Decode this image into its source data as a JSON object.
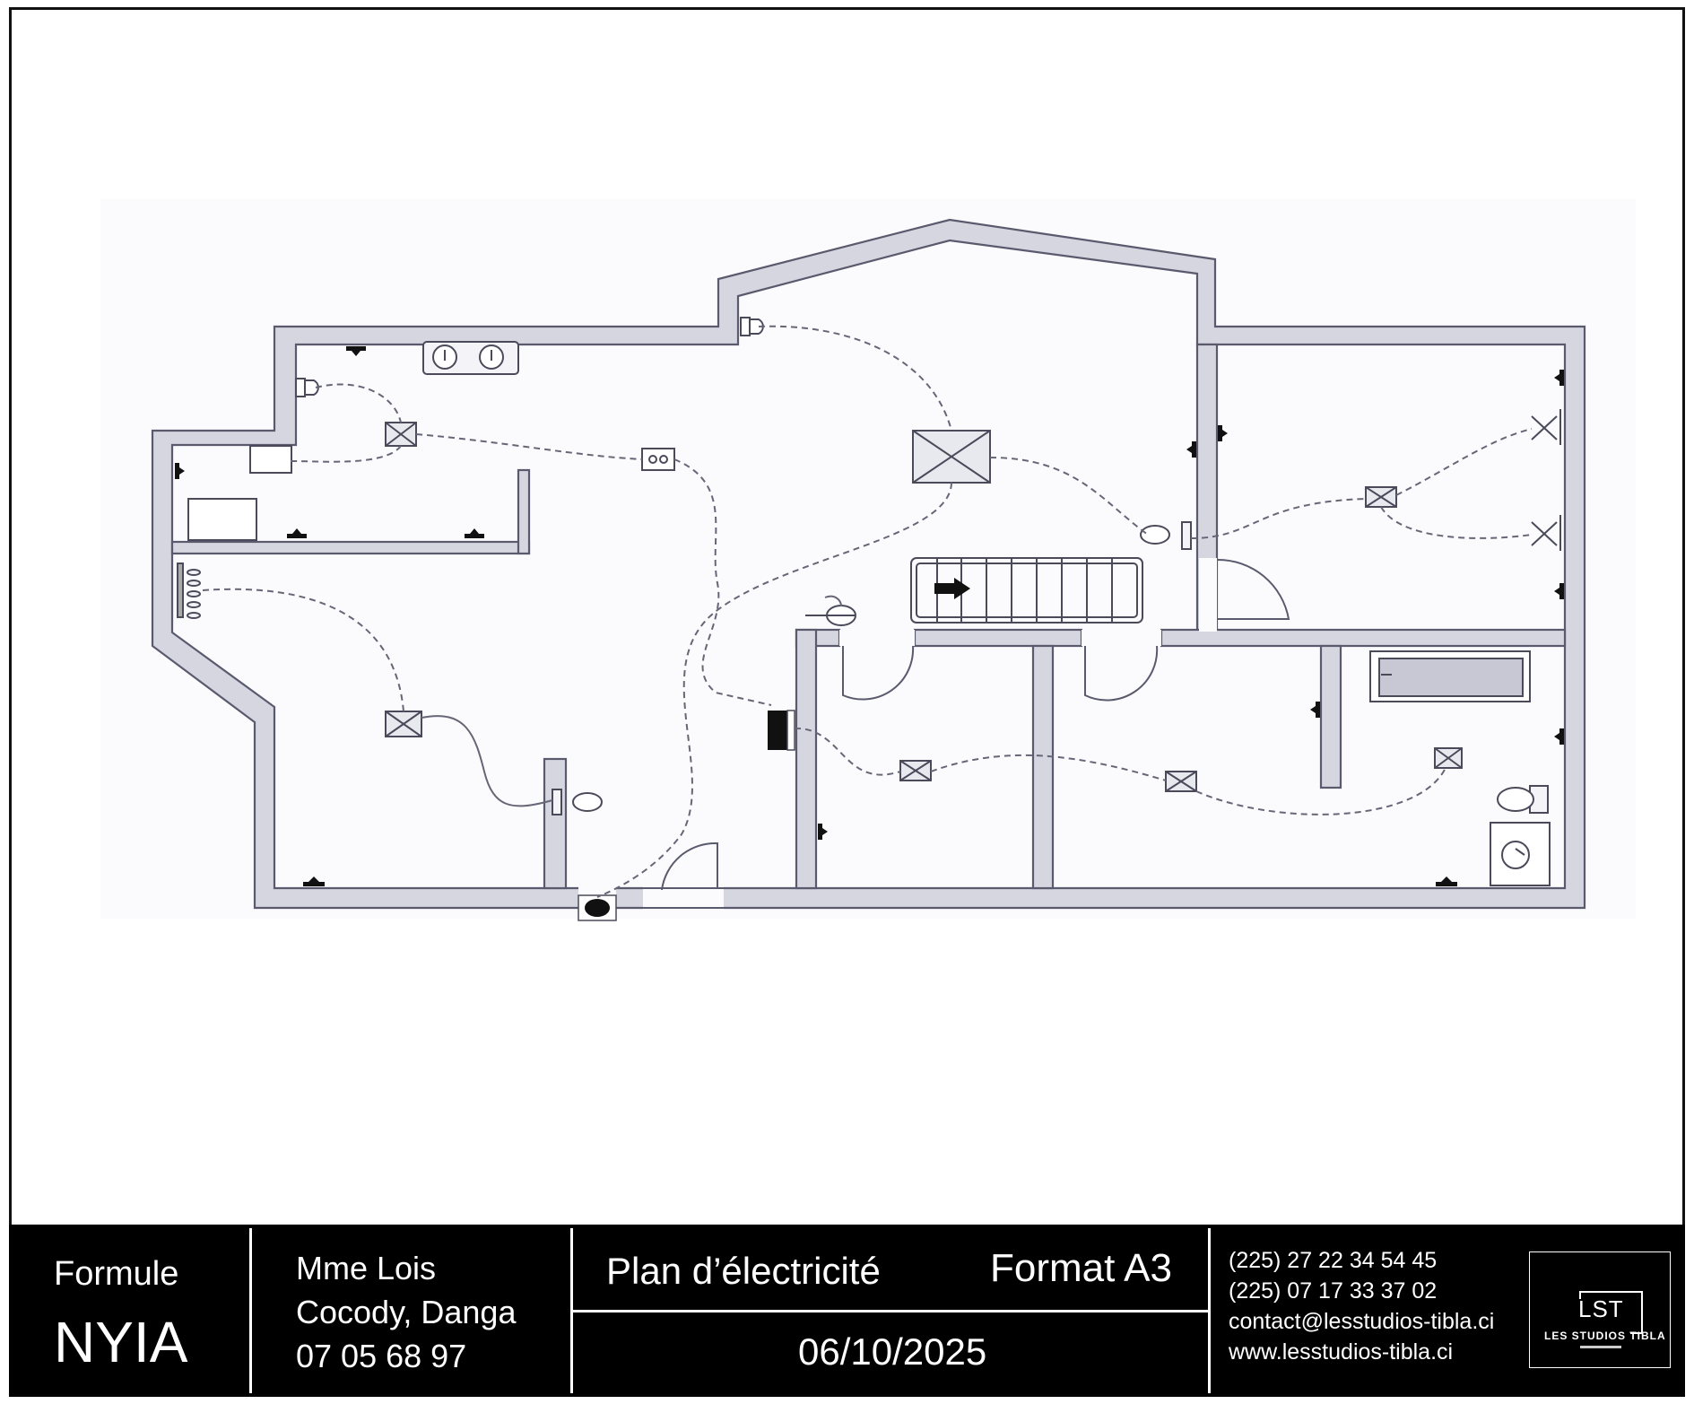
{
  "title_block": {
    "formule_label": "Formule",
    "formule_name": "NYIA",
    "client_name": "Mme Lois",
    "client_address": "Cocody, Danga",
    "client_phone": "07 05 68 97",
    "plan_title": "Plan d’électricité",
    "format": "Format A3",
    "date": "06/10/2025",
    "phone_1": "(225) 27 22 34 54 45",
    "phone_2": "(225) 07 17 33 37 02",
    "email": "contact@lesstudios-tibla.ci",
    "website": "www.lesstudios-tibla.ci",
    "logo_mark": "LST",
    "logo_name": "LES STUDIOS TIBLA"
  },
  "colors": {
    "wall_fill": "#d6d6e0",
    "wall_stroke": "#5a5a6e",
    "wire": "#666677",
    "title_bg": "#000000",
    "title_text": "#ffffff"
  },
  "symbols": [
    "ceiling-light-icon",
    "wall-socket-icon",
    "wall-lamp-icon",
    "switch-icon",
    "junction-box-icon",
    "electrical-panel-icon",
    "doorbell-icon",
    "staircase-icon",
    "bathtub-icon",
    "toilet-icon",
    "washbasin-icon"
  ]
}
